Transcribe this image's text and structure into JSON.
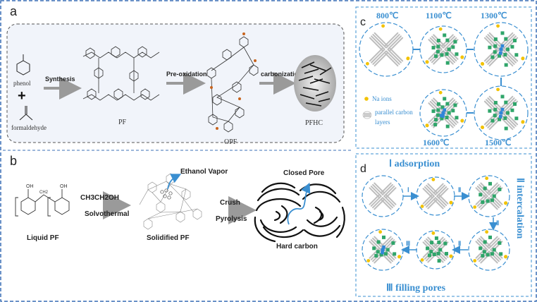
{
  "panels": {
    "a": {
      "letter": "a",
      "phenol": "phenol",
      "plus": "+",
      "formaldehyde": "formaldehyde",
      "synthesis": "Synthesis",
      "preoxidation": "Pre-oxidation",
      "carbonization": "carbonization",
      "pf": "PF",
      "opf": "OPF",
      "pfhc": "PFHC"
    },
    "b": {
      "letter": "b",
      "reagent": "CH3CH2OH",
      "reagent_cond": "Solvothermal",
      "ethanol_vapor": "Ethanol Vapor",
      "crush": "Crush",
      "pyrolysis": "Pyrolysis",
      "closed_pore": "Closed Pore",
      "liquid_pf": "Liquid PF",
      "solidified_pf": "Solidified  PF",
      "hard_carbon": "Hard carbon"
    },
    "c": {
      "letter": "c",
      "t800": "800℃",
      "t1100": "1100℃",
      "t1300": "1300℃",
      "t1500": "1500℃",
      "t1600": "1600℃",
      "legend_na": "Na ions",
      "legend_layers_1": "parallel carbon",
      "legend_layers_2": "layers"
    },
    "d": {
      "letter": "d",
      "adsorption": "Ⅰ adsorption",
      "intercalation": "Ⅱ intercalation",
      "filling": "Ⅲ filling pores",
      "arrow_1": "Ⅰ",
      "arrow_2": "Ⅱ",
      "arrow_2b": "Ⅱ",
      "arrow_3": "Ⅲ",
      "arrow_3b": "Ⅱ"
    }
  },
  "colors": {
    "accent_blue": "#3a8fd1",
    "na_yellow": "#f2c200",
    "green": "#2fa56a",
    "blue_ion": "#2f86d8",
    "layer_gray": "#bdbdbd"
  }
}
